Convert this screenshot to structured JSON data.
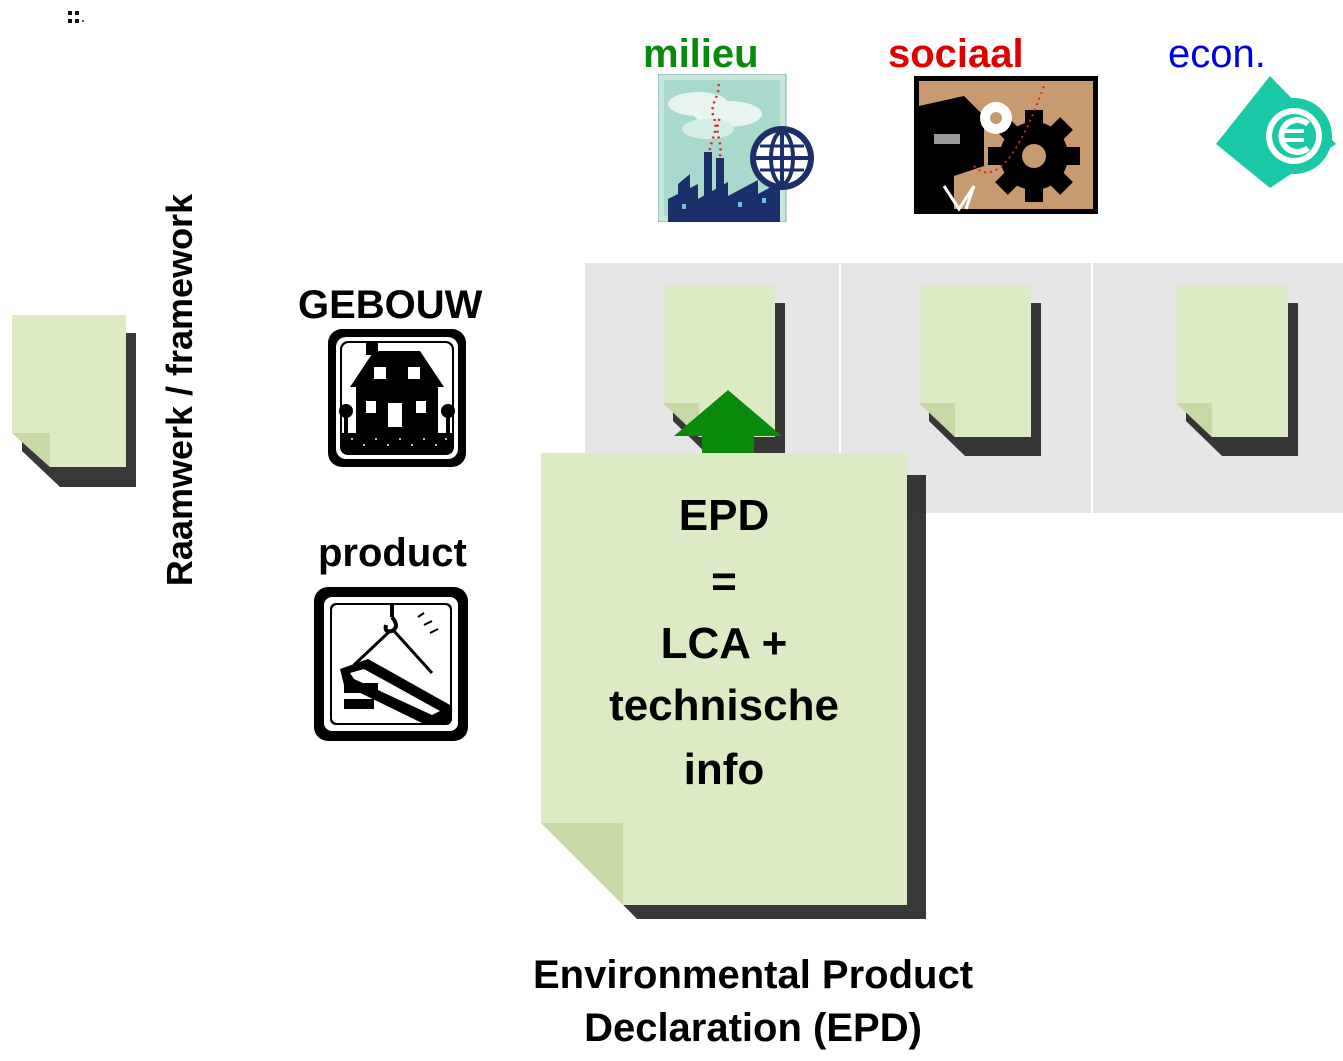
{
  "dimension_headers": {
    "milieu": {
      "label": "milieu",
      "color": "#0a8a0a",
      "icon": "factory-globe-icon"
    },
    "sociaal": {
      "label": "sociaal",
      "color": "#e00000",
      "icon": "person-gears-icon"
    },
    "econ": {
      "label": "econ.",
      "color": "#0000dd",
      "icon": "euro-icon"
    }
  },
  "framework_label": "Raamwerk / framework",
  "levels": {
    "building": {
      "label": "GEBOUW",
      "icon": "house-icon"
    },
    "product": {
      "label": "product",
      "icon": "steel-beam-crane-icon"
    }
  },
  "epd_note": {
    "lines": [
      "EPD",
      "=",
      "LCA +",
      "technische",
      "info"
    ]
  },
  "caption": {
    "line1": "Environmental Product",
    "line2": "Declaration (EPD)"
  },
  "colors": {
    "note_fill": "#dcebc3",
    "panel_fill": "#e6e6e6",
    "arrow": "#0a8a0a",
    "shadow": "#2a2a2a"
  }
}
